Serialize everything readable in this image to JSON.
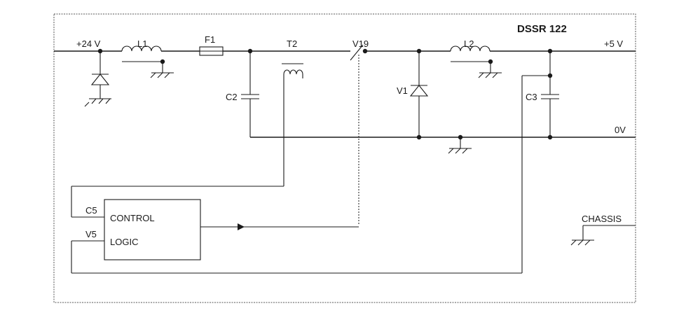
{
  "title": "DSSR 122",
  "rails": {
    "input": "+24 V",
    "output": "+5 V",
    "ground": "0V"
  },
  "components": {
    "l1": "L1",
    "f1": "F1",
    "t2": "T2",
    "v19": "V19",
    "l2": "L2",
    "v1": "V1",
    "c2": "C2",
    "c3": "C3",
    "c5": "C5",
    "v5": "V5"
  },
  "control_block": {
    "line1": "CONTROL",
    "line2": "LOGIC"
  },
  "chassis": "CHASSIS"
}
